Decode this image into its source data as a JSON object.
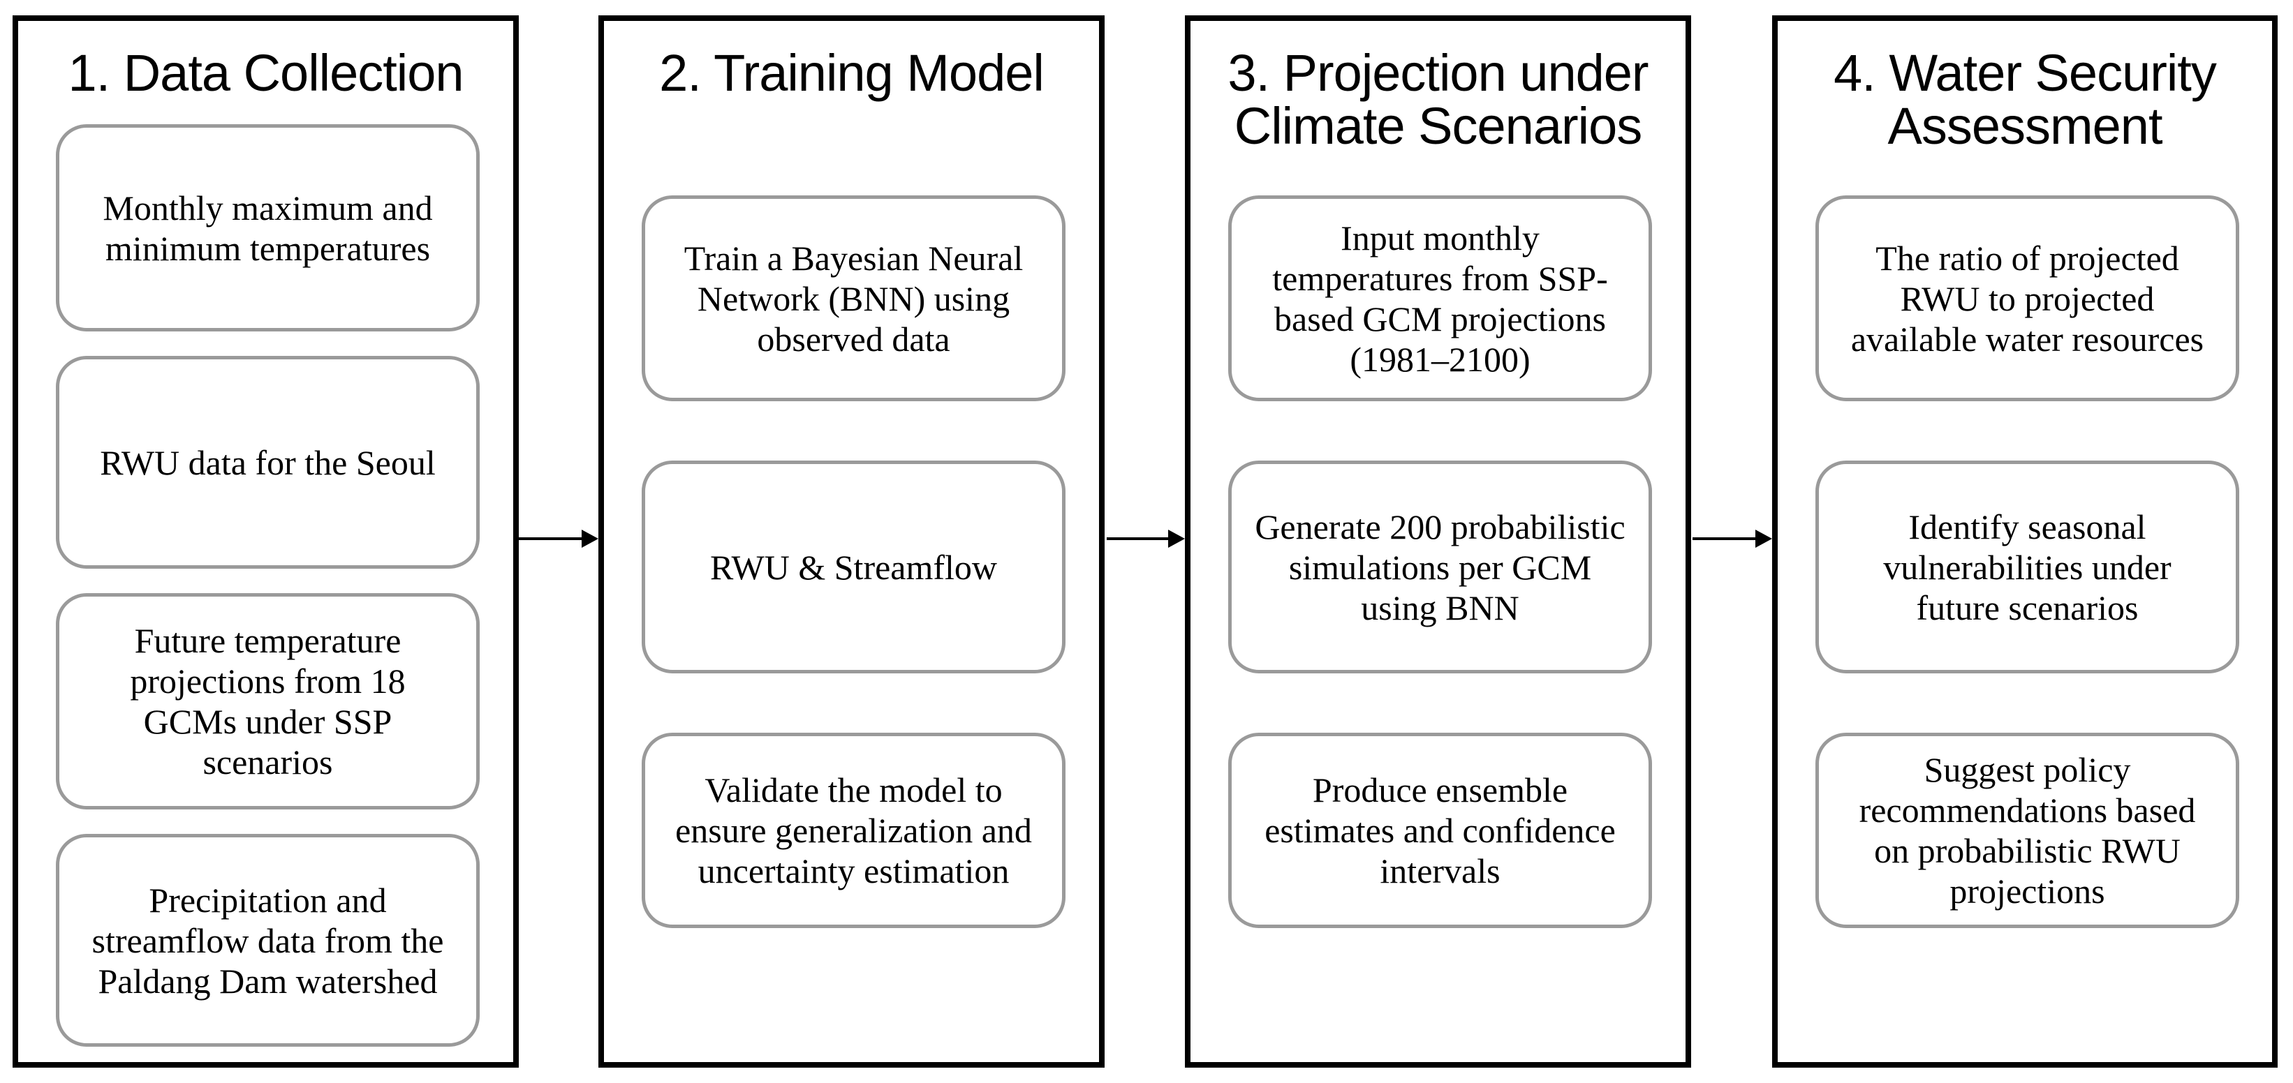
{
  "figure": {
    "background_color": "#ffffff",
    "stage_border_color": "#000000",
    "box_border_color": "#9a9a9a",
    "text_color": "#000000"
  },
  "columns": [
    {
      "title": "1. Data Collection",
      "boxes": [
        "Monthly maximum and\nminimum temperatures",
        "RWU data for the Seoul",
        "Future temperature\nprojections from 18\nGCMs under SSP\nscenarios",
        "Precipitation and\nstreamflow data from the\nPaldang Dam watershed"
      ]
    },
    {
      "title": "2. Training Model",
      "boxes": [
        "Train a Bayesian Neural\nNetwork (BNN) using\nobserved data",
        "RWU & Streamflow",
        "Validate the model to\nensure generalization and\nuncertainty estimation"
      ]
    },
    {
      "title": "3. Projection under\nClimate Scenarios",
      "boxes": [
        "Input monthly\ntemperatures from SSP-\nbased GCM projections\n(1981–2100)",
        "Generate 200 probabilistic\nsimulations per GCM\nusing BNN",
        "Produce ensemble\nestimates and confidence\nintervals"
      ]
    },
    {
      "title": "4. Water Security\nAssessment",
      "boxes": [
        "The ratio of projected\nRWU to projected\navailable water resources",
        "Identify seasonal\nvulnerabilities under\nfuture scenarios",
        "Suggest policy\nrecommendations based\non probabilistic RWU\nprojections"
      ]
    }
  ]
}
